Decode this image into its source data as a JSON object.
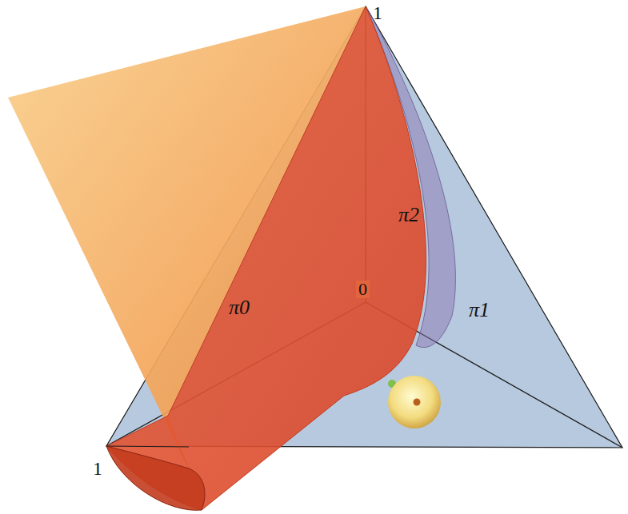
{
  "diagram": {
    "labels": [
      "1",
      "π2",
      "0",
      "π0",
      "π1",
      "1"
    ]
  }
}
